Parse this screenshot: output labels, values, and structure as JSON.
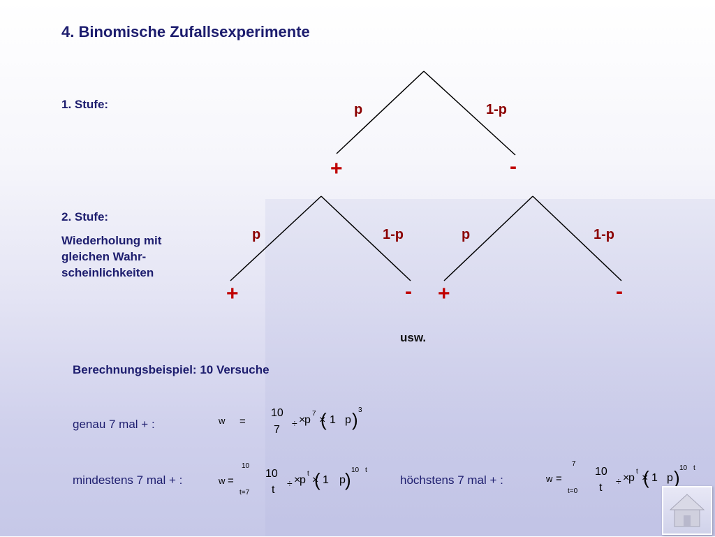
{
  "title": "4.  Binomische Zufallsexperimente",
  "stage1": {
    "label": "1. Stufe:"
  },
  "stage2": {
    "label": "2. Stufe:",
    "description": "Wiederholung mit gleichen Wahr-scheinlichkeiten"
  },
  "tree": {
    "branch_p": "p",
    "branch_q": "1-p",
    "plus": "+",
    "minus": "-"
  },
  "usw": "usw.",
  "calculation": {
    "title": "Berechnungsbeispiel:  10 Versuche",
    "exactly": {
      "label": "genau 7 mal + :",
      "w": "w",
      "eq": "=",
      "n": "10",
      "k": "7",
      "div": "÷",
      "times": "×",
      "p": "p",
      "p_exp": "7",
      "one": "1",
      "p2": "p",
      "q_exp": "3"
    },
    "at_least": {
      "label": "mindestens 7 mal + :",
      "w": "w",
      "eq": "=",
      "sum_top": "10",
      "sum_bottom": "t=7",
      "n": "10",
      "k": "t",
      "div": "÷",
      "times": "×",
      "p": "p",
      "p_exp": "t",
      "one": "1",
      "p2": "p",
      "q_exp_a": "10",
      "q_exp_b": "t"
    },
    "at_most": {
      "label": "höchstens 7 mal + :",
      "w": "w",
      "eq": "=",
      "sum_top": "7",
      "sum_bottom": "t=0",
      "n": "10",
      "k": "t",
      "div": "÷",
      "times": "×",
      "p": "p",
      "p_exp": "t",
      "one": "1",
      "p2": "p",
      "q_exp_a": "10",
      "q_exp_b": "t"
    }
  },
  "home_button": {
    "icon": "home-icon"
  }
}
